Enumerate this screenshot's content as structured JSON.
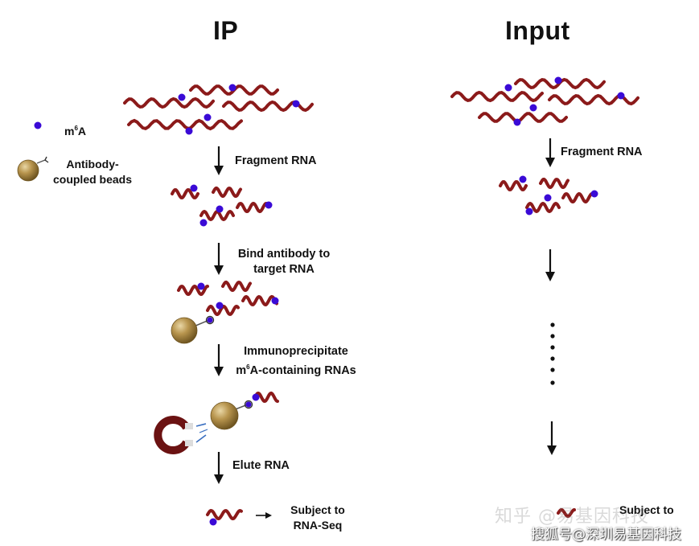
{
  "titles": {
    "ip": "IP",
    "input": "Input"
  },
  "legend": {
    "m6a_label": {
      "pre": "m",
      "sup": "6",
      "post": "A"
    },
    "beads_label_line1": "Antibody-",
    "beads_label_line2": "coupled beads"
  },
  "ip_steps": {
    "fragment": "Fragment RNA",
    "bind_line1": "Bind antibody to",
    "bind_line2": "target RNA",
    "immuno_line1": "Immunoprecipitate",
    "immuno_line2": {
      "pre": "m",
      "sup": "6",
      "post": "A-containing RNAs"
    },
    "elute": "Elute RNA",
    "subject_line1": "Subject to",
    "subject_line2": "RNA-Seq"
  },
  "input_steps": {
    "fragment": "Fragment RNA",
    "subject_partial": "Subject to"
  },
  "watermarks": {
    "faint": "知乎 @易基因科技",
    "main": "搜狐号@深圳易基因科技"
  },
  "colors": {
    "rna": "#8b1a1a",
    "m6a_dot": "#3a0ad6",
    "bead": "#a98742",
    "bead_dark": "#6e5420",
    "magnet": "#6b1212",
    "arrow": "#111111",
    "field_lines": "#3a6fc0"
  }
}
